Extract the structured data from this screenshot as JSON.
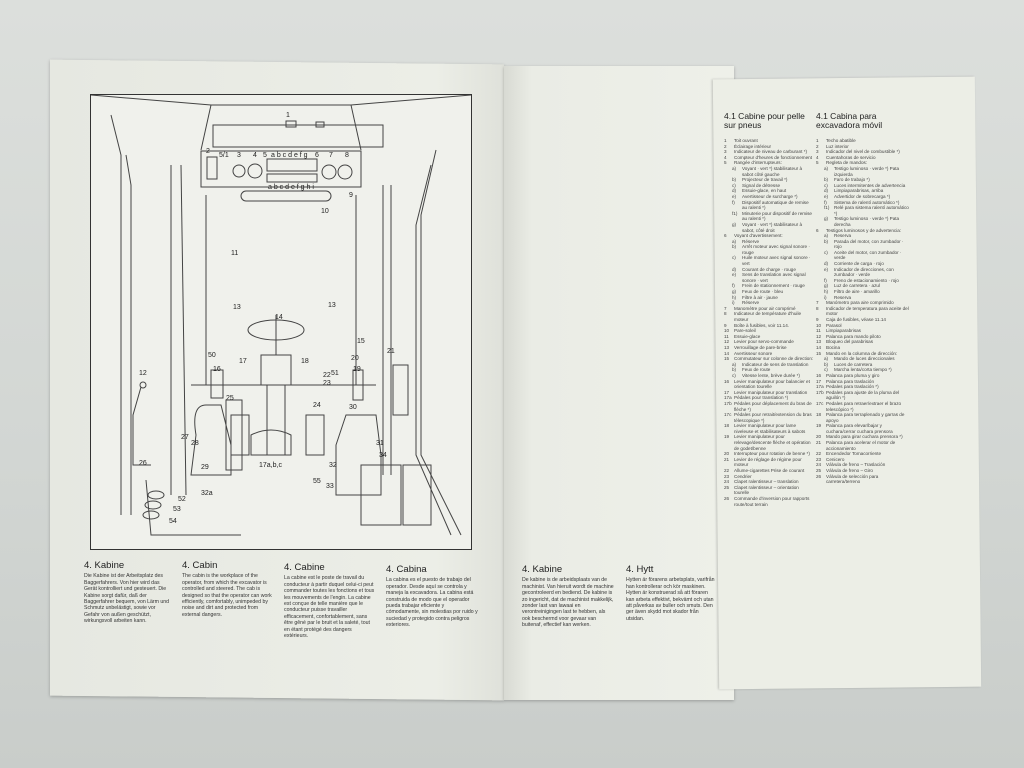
{
  "left_page": {
    "figure": {
      "labels": [
        "1",
        "2",
        "3",
        "4",
        "5",
        "5/1",
        "6",
        "7",
        "8",
        "9",
        "10",
        "11",
        "12",
        "13",
        "14",
        "15",
        "16",
        "17",
        "18",
        "19",
        "20",
        "21",
        "22",
        "23",
        "24",
        "25",
        "26",
        "27",
        "28",
        "29",
        "30",
        "31",
        "32",
        "32a",
        "33",
        "34",
        "50",
        "51",
        "52",
        "53",
        "54",
        "55",
        "17a,b,c",
        "a b c d e f g",
        "a b c d e f g h i"
      ]
    },
    "sections": [
      {
        "heading": "4.  Kabine",
        "body": "Die Kabine ist der Arbeitsplatz des Baggerfahrers. Von hier wird das Gerät kontrolliert und gesteuert. Die Kabine sorgt dafür, daß der Baggerfahrer bequem, von Lärm und Schmutz unbelästigt, sowie vor Gefahr von außen geschützt, wirkungsvoll arbeiten kann."
      },
      {
        "heading": "4.  Cabin",
        "body": "The cabin is the workplace of the operator, from which the excavator is controlled and steered. The cab is designed so that the operator can work efficiently, comfortably, unimpeded by noise and dirt and protected from external dangers."
      },
      {
        "heading": "4.  Cabine",
        "body": "La cabine est le poste de travail du conducteur à partir duquel celui-ci peut commander toutes les fonctions et tous les mouvements de l'engin. La cabine est conçue de telle manière que le conducteur puisse travailler efficacement, confortablement, sans être gêné par le bruit et la saleté, tout en étant protégé des dangers extérieurs."
      },
      {
        "heading": "4.  Cabina",
        "body": "La cabina es el puesto de trabajo del operador. Desde aquí se controla y maneja la excavadora. La cabina está construida de modo que el operador pueda trabajar eficiente y cómodamente, sin molestias por ruido y suciedad y protegido contra peligros exteriores."
      }
    ]
  },
  "right_page": {
    "sections": [
      {
        "heading": "4.  Kabine",
        "body": "De kabine is de arbeidsplaats van de machinist. Van hieruit wordt de machine gecontroleerd en bediend. De kabine is zo ingericht, dat de machinist makkelijk, zonder last van lawaai en verontreinigingen last te hebben, als ook beschermd voor gevaar van buitenaf, effectief kan werken."
      },
      {
        "heading": "4.  Hytt",
        "body": "Hytten är förarens arbetsplats, varifrån han kontrollerar och kör maskinen. Hytten är konstruerad så att föraren kan arbeta effektivt, bekvämt och utan att påverkas av buller och smuts. Den ger även skydd mot skador från utsidan."
      }
    ]
  },
  "fold_page": {
    "french": {
      "title": "4.1  Cabine pour pelle sur pneus",
      "items": [
        {
          "n": "1",
          "t": "Toit ouvrant"
        },
        {
          "n": "2",
          "t": "Éclairage intérieur"
        },
        {
          "n": "3",
          "t": "Indicateur de niveau de carburant *)"
        },
        {
          "n": "4",
          "t": "Compteur d'heures de fonctionnement"
        },
        {
          "n": "5",
          "t": "Rangée d'interrupteurs:"
        },
        {
          "n": "a)",
          "t": "Voyant · vert *) stabilisateur à sabot côté gauche",
          "sub": true
        },
        {
          "n": "b)",
          "t": "Projecteur de travail *)",
          "sub": true
        },
        {
          "n": "c)",
          "t": "Signal de détresse",
          "sub": true
        },
        {
          "n": "d)",
          "t": "Essuie-glace, en haut",
          "sub": true
        },
        {
          "n": "e)",
          "t": "Avertisseur de surcharge *)",
          "sub": true
        },
        {
          "n": "f)",
          "t": "Dispositif automatique de remise au ralenti *)",
          "sub": true
        },
        {
          "n": "f1)",
          "t": "Minuterie pour dispositif de remise au ralenti *)",
          "sub": true
        },
        {
          "n": "g)",
          "t": "Voyant · vert *) stabilisateur à sabot, côté droit",
          "sub": true
        },
        {
          "n": "6",
          "t": "Voyant d'avertissement:"
        },
        {
          "n": "a)",
          "t": "Réserve",
          "sub": true
        },
        {
          "n": "b)",
          "t": "Arrêt moteur avec signal sonore · rouge",
          "sub": true
        },
        {
          "n": "c)",
          "t": "Huile moteur avec signal sonore · vert",
          "sub": true
        },
        {
          "n": "d)",
          "t": "Courant de charge · rouge",
          "sub": true
        },
        {
          "n": "e)",
          "t": "Sens de translation avec signal sonore · vert",
          "sub": true
        },
        {
          "n": "f)",
          "t": "Frein de stationnement · rouge",
          "sub": true
        },
        {
          "n": "g)",
          "t": "Feux de route · bleu",
          "sub": true
        },
        {
          "n": "h)",
          "t": "Filtre à air · jaune",
          "sub": true
        },
        {
          "n": "i)",
          "t": "Réserve",
          "sub": true
        },
        {
          "n": "7",
          "t": "Manomètre pour air comprimé"
        },
        {
          "n": "8",
          "t": "Indicateur de température d'huile moteur"
        },
        {
          "n": "9",
          "t": "Boîte à fusibles, voir 11.14."
        },
        {
          "n": "10",
          "t": "Pare-soleil"
        },
        {
          "n": "11",
          "t": "Essuie-glace"
        },
        {
          "n": "12",
          "t": "Levier pour servo-commande"
        },
        {
          "n": "13",
          "t": "Verrouillage de pare-brise"
        },
        {
          "n": "14",
          "t": "Avertisseur sonore"
        },
        {
          "n": "15",
          "t": "Commutateur sur colonne de direction:"
        },
        {
          "n": "a)",
          "t": "Indicateur de sens de translation",
          "sub": true
        },
        {
          "n": "b)",
          "t": "Feux de route",
          "sub": true
        },
        {
          "n": "c)",
          "t": "Vitesse lente, brève durée *)",
          "sub": true
        },
        {
          "n": "16",
          "t": "Levier manipulateur pour balancier et orientation tourelle"
        },
        {
          "n": "17",
          "t": "Levier manipulateur pour translation"
        },
        {
          "n": "17a",
          "t": "Pédales pour translation *)"
        },
        {
          "n": "17b",
          "t": "Pédales pour déplacement du bras de flèche *)"
        },
        {
          "n": "17c",
          "t": "Pédales pour retrait/extension du bras télescopique *)"
        },
        {
          "n": "18",
          "t": "Levier manipulateur pour lame niveleuse et stabilisateurs à sabots"
        },
        {
          "n": "19",
          "t": "Levier manipulateur pour relevage/descente flèche et opération de godet/benne"
        },
        {
          "n": "20",
          "t": "Interrupteur pour rotation de benne *)"
        },
        {
          "n": "21",
          "t": "Levier de réglage de régime pour moteur"
        },
        {
          "n": "22",
          "t": "Allume-cigarettes Prise de courant"
        },
        {
          "n": "23",
          "t": "Cendrier"
        },
        {
          "n": "24",
          "t": "Clapet ralentisseur – translation"
        },
        {
          "n": "25",
          "t": "Clapet ralentisseur – orientation tourelle"
        },
        {
          "n": "26",
          "t": "Commande d'inversion pour rapports route/tout terrain"
        }
      ]
    },
    "spanish": {
      "title": "4.1  Cabina para excavadora móvil",
      "items": [
        {
          "n": "1",
          "t": "Techo abatible"
        },
        {
          "n": "2",
          "t": "Luz interior"
        },
        {
          "n": "3",
          "t": "Indicador del nivel de combustible *)"
        },
        {
          "n": "4",
          "t": "Cuentahoras de servicio"
        },
        {
          "n": "5",
          "t": "Regleta de mandos:"
        },
        {
          "n": "a)",
          "t": "Testigo luminoso · verde *) Pata izquierda",
          "sub": true
        },
        {
          "n": "b)",
          "t": "Faro de trabajo *)",
          "sub": true
        },
        {
          "n": "c)",
          "t": "Luces intermitentes de advertencia",
          "sub": true
        },
        {
          "n": "d)",
          "t": "Limpiaparabrisas, arriba",
          "sub": true
        },
        {
          "n": "e)",
          "t": "Advertidor de sobrecarga *)",
          "sub": true
        },
        {
          "n": "f)",
          "t": "Sistema de ralentí automático *)",
          "sub": true
        },
        {
          "n": "f1)",
          "t": "Relé para sistema ralentí automático *)",
          "sub": true
        },
        {
          "n": "g)",
          "t": "Testigo luminoso · verde *) Pata derecha",
          "sub": true
        },
        {
          "n": "6",
          "t": "Testigos luminosos y de advertencia:"
        },
        {
          "n": "a)",
          "t": "Reserva",
          "sub": true
        },
        {
          "n": "b)",
          "t": "Parada del motor, con zumbador · rojo",
          "sub": true
        },
        {
          "n": "c)",
          "t": "Aceite del motor, con zumbador · verde",
          "sub": true
        },
        {
          "n": "d)",
          "t": "Corriente de carga · rojo",
          "sub": true
        },
        {
          "n": "e)",
          "t": "Indicador de direcciones, con zumbador · verde",
          "sub": true
        },
        {
          "n": "f)",
          "t": "Freno de estacionamiento · rojo",
          "sub": true
        },
        {
          "n": "g)",
          "t": "Luz de carretera · azul",
          "sub": true
        },
        {
          "n": "h)",
          "t": "Filtro de aire · amarillo",
          "sub": true
        },
        {
          "n": "i)",
          "t": "Reserva",
          "sub": true
        },
        {
          "n": "7",
          "t": "Manómetro para aire comprimido"
        },
        {
          "n": "8",
          "t": "Indicador de temperatura para aceite del motor"
        },
        {
          "n": "9",
          "t": "Caja de fusibles, véase 11.14"
        },
        {
          "n": "10",
          "t": "Parasol"
        },
        {
          "n": "11",
          "t": "Limpiaparabrisas"
        },
        {
          "n": "12",
          "t": "Palanca para mando piloto"
        },
        {
          "n": "13",
          "t": "Bloqueo del parabrisas"
        },
        {
          "n": "14",
          "t": "Bocina"
        },
        {
          "n": "15",
          "t": "Mando en la columna de dirección:"
        },
        {
          "n": "a)",
          "t": "Mando de luces direccionales",
          "sub": true
        },
        {
          "n": "b)",
          "t": "Luces de carretera",
          "sub": true
        },
        {
          "n": "c)",
          "t": "Marcha lenta/corta tiempo *)",
          "sub": true
        },
        {
          "n": "16",
          "t": "Palanca para pluma y giro"
        },
        {
          "n": "17",
          "t": "Palanca para traslación"
        },
        {
          "n": "17a",
          "t": "Pedales para traslación *)"
        },
        {
          "n": "17b",
          "t": "Pedales para ajuste de la pluma del aguilón *)"
        },
        {
          "n": "17c",
          "t": "Pedales para retraer/extraer el brazo telescópico *)"
        },
        {
          "n": "18",
          "t": "Palanca para terraplenado y garras de apoyo"
        },
        {
          "n": "19",
          "t": "Palanca para elevar/bajar y cuchara/cerrar cuchara prensora"
        },
        {
          "n": "20",
          "t": "Mando para girar cuchara prensora *)"
        },
        {
          "n": "21",
          "t": "Palanca para acelerar el motor de accionamiento"
        },
        {
          "n": "22",
          "t": "Encendedor Tomacorriente"
        },
        {
          "n": "23",
          "t": "Cenicero"
        },
        {
          "n": "24",
          "t": "Válvula de freno – Traslación"
        },
        {
          "n": "25",
          "t": "Válvula de freno – Giro"
        },
        {
          "n": "26",
          "t": "Válvula de selección para carretera/terreno"
        }
      ]
    }
  }
}
